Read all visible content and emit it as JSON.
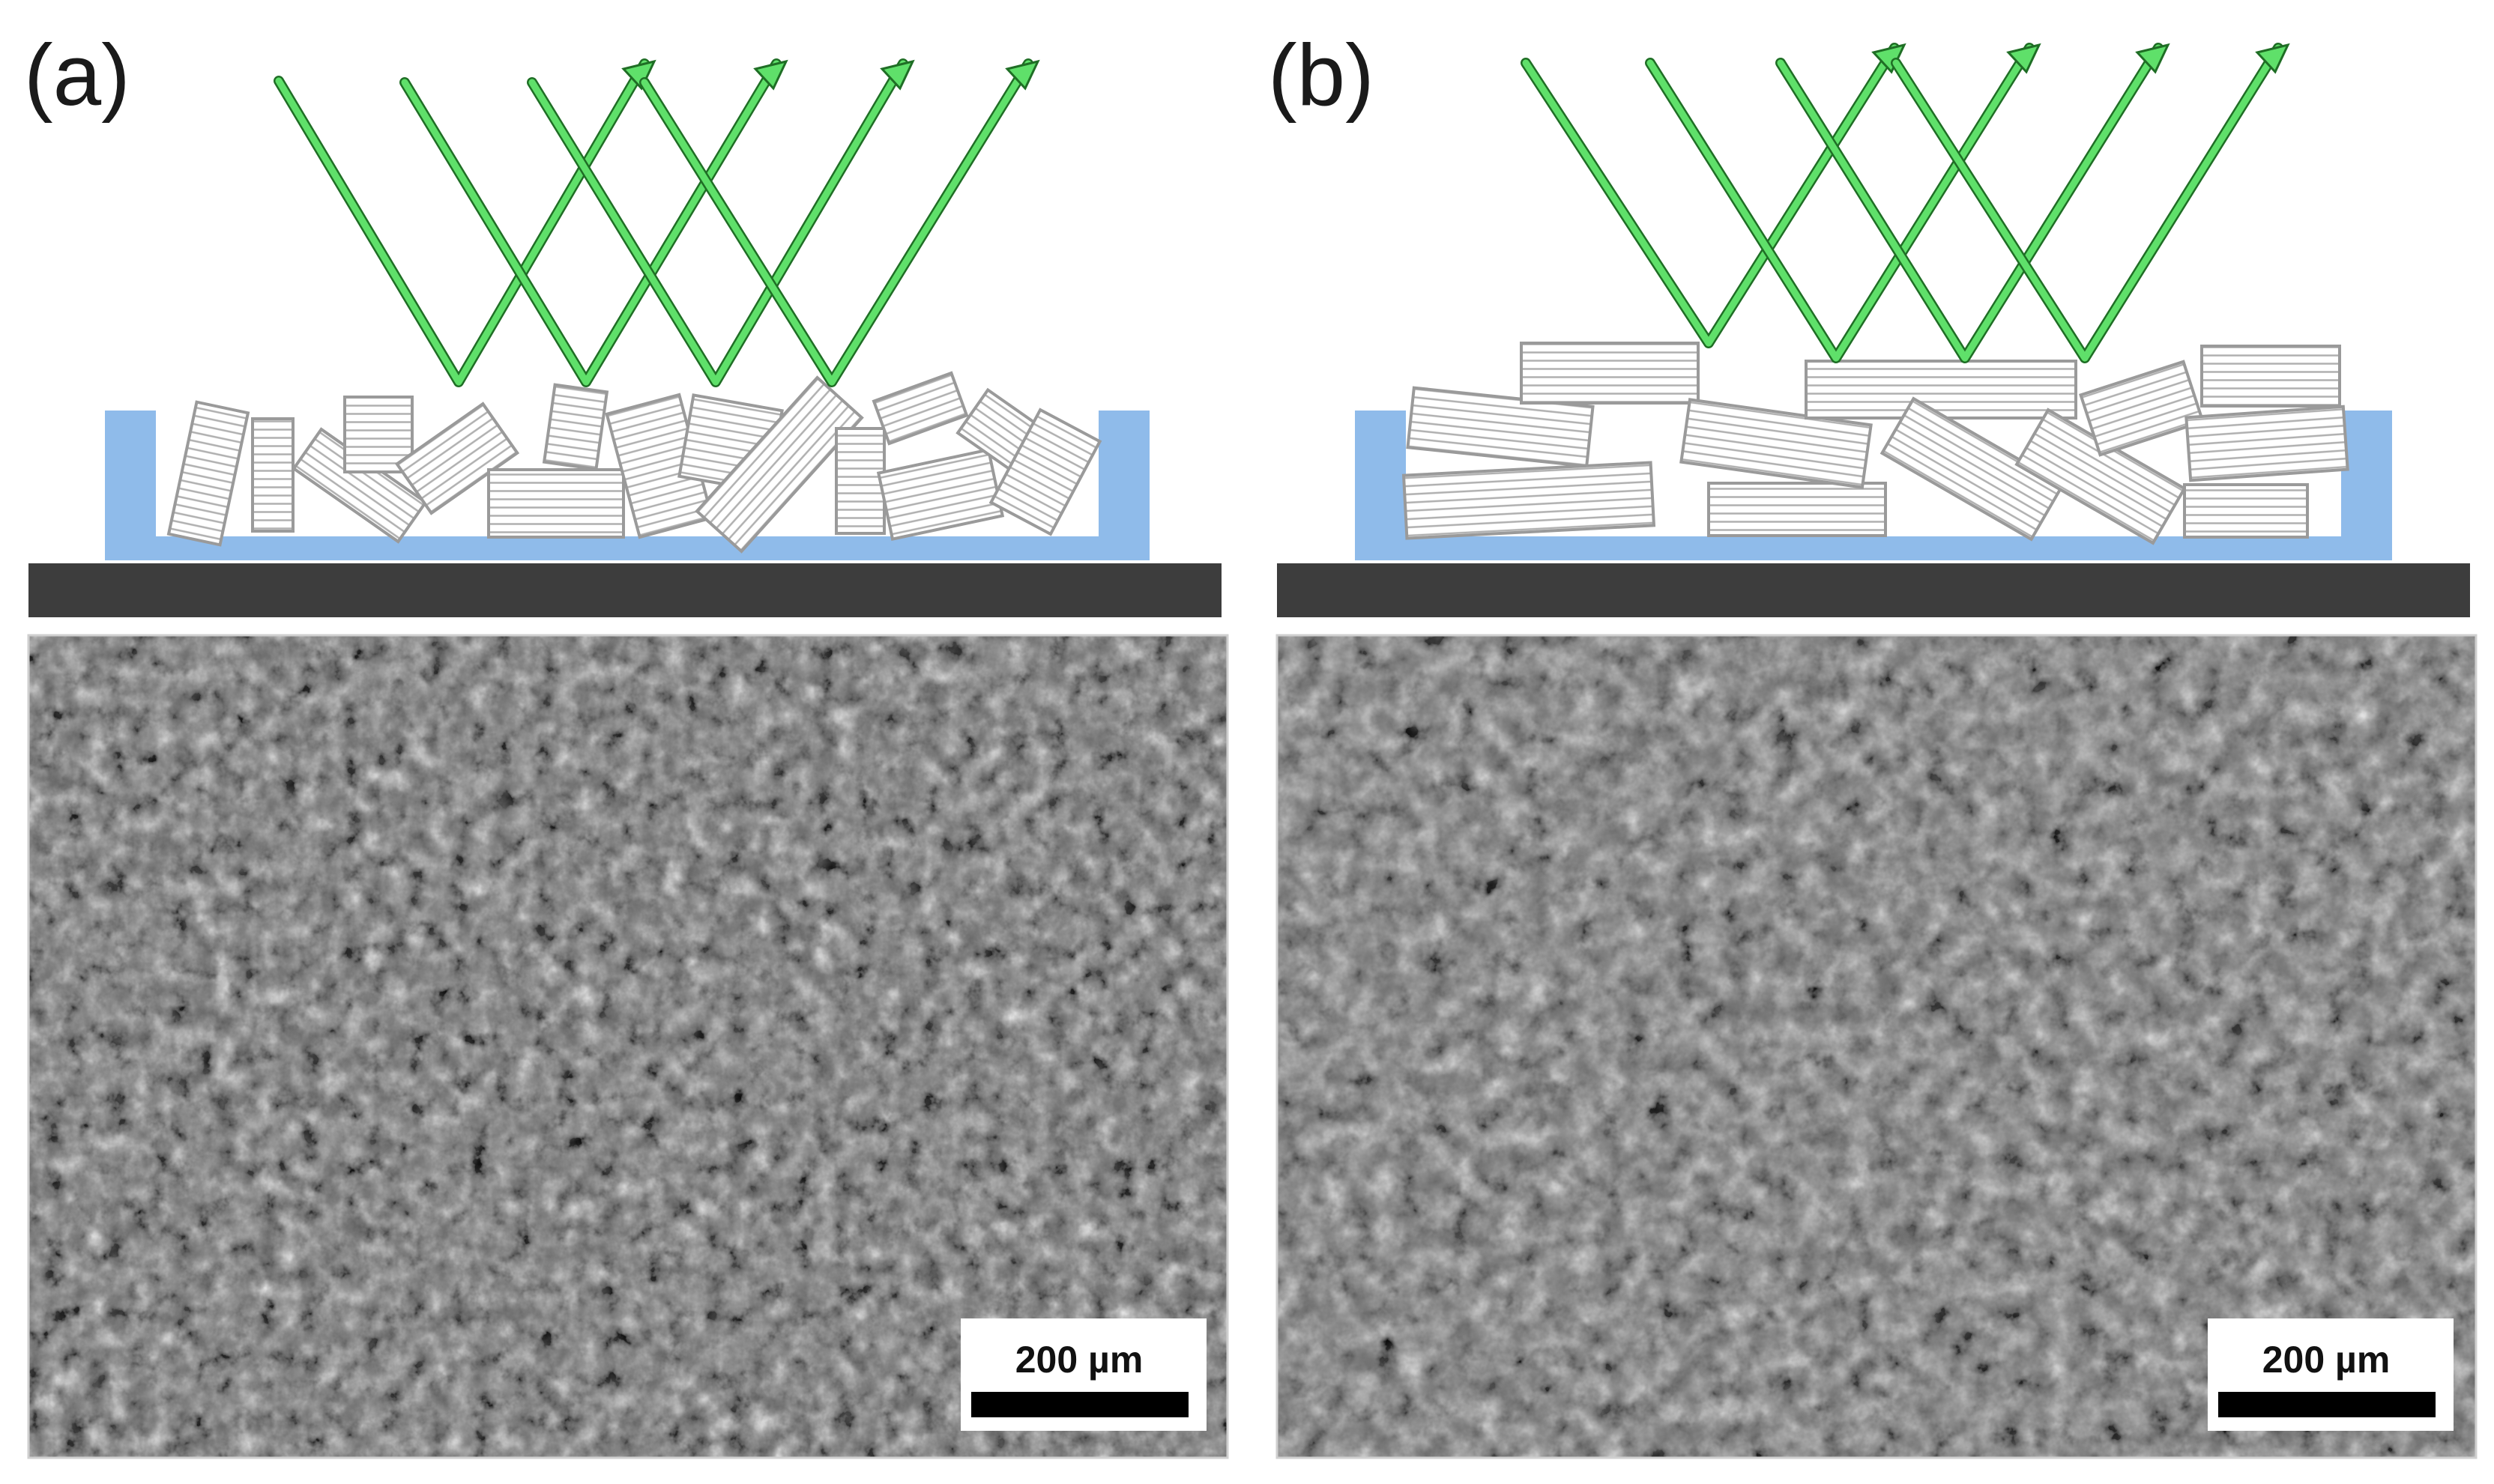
{
  "figure": {
    "panels": [
      {
        "id": "a",
        "label": "(a)",
        "scale_bar_label": "200 µm",
        "flake_arrangement": "random",
        "light_rays": 4
      },
      {
        "id": "b",
        "label": "(b)",
        "scale_bar_label": "200 µm",
        "flake_arrangement": "aligned",
        "light_rays": 4
      }
    ],
    "colors": {
      "ray": "#5fe06a",
      "ray_stroke": "#1f6e25",
      "container": "#8fbbea",
      "stage": "#3d3d3d",
      "flake_stroke": "#9a9a9a"
    }
  }
}
